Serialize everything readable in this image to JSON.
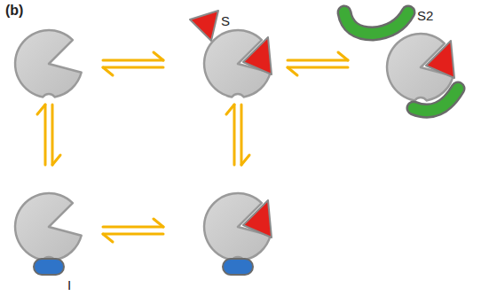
{
  "diagram": {
    "labels": [
      "(b)",
      "S",
      "S2",
      "I"
    ]
  }
}
